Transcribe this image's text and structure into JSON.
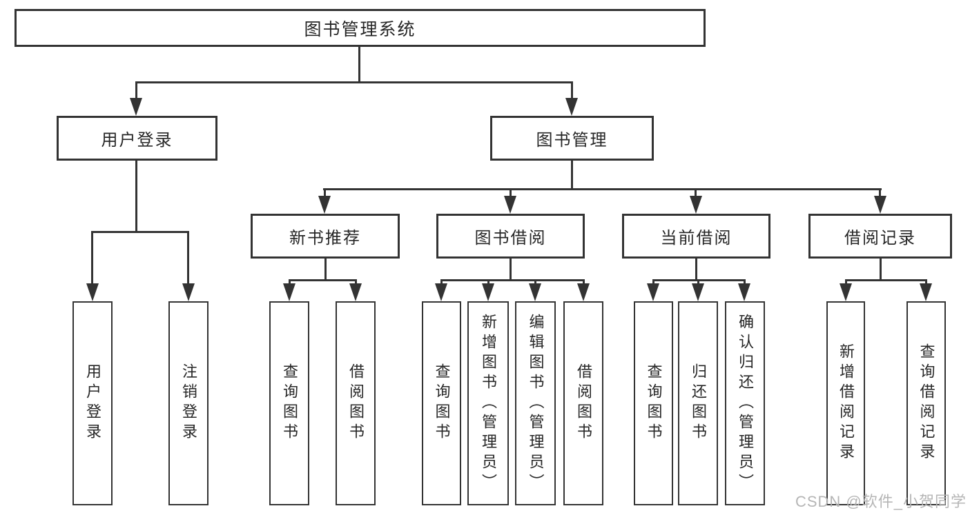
{
  "diagram_title": "图书管理系统",
  "tree": {
    "root": "图书管理系统",
    "children": [
      {
        "label": "用户登录",
        "children": [
          "用户登录",
          "注销登录"
        ]
      },
      {
        "label": "图书管理",
        "children": [
          {
            "label": "新书推荐",
            "children": [
              "查询图书",
              "借阅图书"
            ]
          },
          {
            "label": "图书借阅",
            "children": [
              "查询图书",
              "新增图书（管理员）",
              "编辑图书（管理员）",
              "借阅图书"
            ]
          },
          {
            "label": "当前借阅",
            "children": [
              "查询图书",
              "归还图书",
              "确认归还（管理员）"
            ]
          },
          {
            "label": "借阅记录",
            "children": [
              "新增借阅记录",
              "查询借阅记录"
            ]
          }
        ]
      }
    ]
  },
  "watermark": {
    "text": "CSDN @软件_小贺同学"
  },
  "icons": {
    "arrow_down": "solid triangle pointing down (css border shape)"
  },
  "colors": {
    "line": "#333333",
    "box_border": "#333333",
    "text": "#262626",
    "watermark": "#b5b5b5",
    "background": "#ffffff"
  }
}
